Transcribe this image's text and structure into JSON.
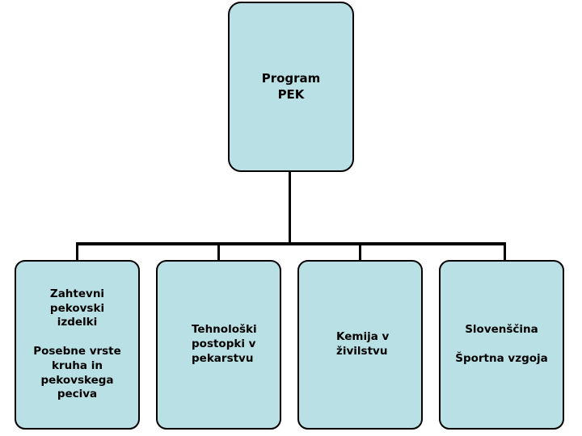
{
  "diagram": {
    "type": "hierarchy-tree",
    "colors": {
      "node_fill": "#b9e0e4",
      "node_border": "#000000",
      "text": "#000000",
      "connector": "#000000",
      "background": "#ffffff"
    },
    "root": {
      "id": "program-pek",
      "lines": [
        "Program",
        "PEK"
      ]
    },
    "children": [
      {
        "id": "zahtevni-pekovski-izdelki",
        "lines": [
          "Zahtevni",
          "pekovski",
          "izdelki",
          "",
          "Posebne vrste",
          "kruha in",
          "pekovskega",
          "peciva"
        ]
      },
      {
        "id": "tehnoloski-postopki-v-pekarstvu",
        "lines": [
          "Tehnološki",
          "postopki v",
          "pekarstvu"
        ]
      },
      {
        "id": "kemija-v-zivilstvu",
        "lines": [
          "Kemija v",
          "živilstvu"
        ]
      },
      {
        "id": "slovenscina-sportna-vzgoja",
        "lines": [
          "Slovenščina",
          "",
          "Športna vzgoja"
        ]
      }
    ]
  }
}
